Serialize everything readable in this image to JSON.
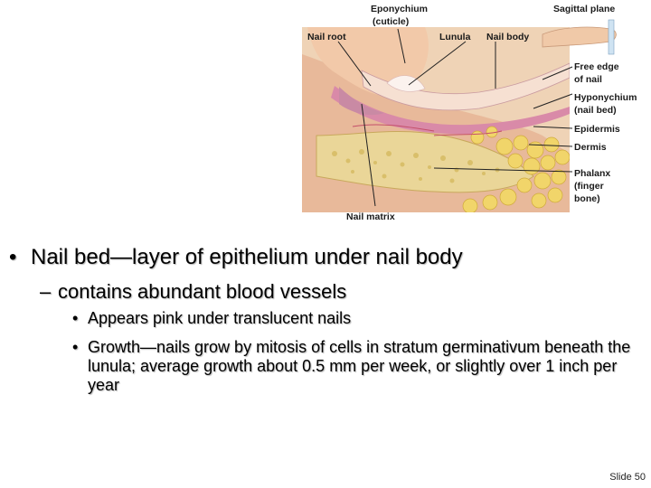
{
  "figure": {
    "labels": {
      "eponychium": "Eponychium",
      "cuticle": "(cuticle)",
      "sagittal_plane": "Sagittal plane",
      "nail_root": "Nail root",
      "lunula": "Lunula",
      "nail_body": "Nail body",
      "free_edge_1": "Free edge",
      "free_edge_2": "of nail",
      "hyponychium_1": "Hyponychium",
      "hyponychium_2": "(nail bed)",
      "epidermis": "Epidermis",
      "dermis": "Dermis",
      "phalanx_1": "Phalanx",
      "phalanx_2": "(finger",
      "phalanx_3": "bone)",
      "nail_matrix": "Nail matrix"
    },
    "colors": {
      "skin": "#eec8a6",
      "nail": "#f4dcd0",
      "bone": "#e8d590",
      "fat": "#f0d770",
      "epidermis": "#d98aa8",
      "background": "#ffffff"
    }
  },
  "content": {
    "bullet_1": "Nail bed—layer of epithelium under nail body",
    "bullet_1_marker": "•",
    "bullet_2": "contains abundant blood vessels",
    "bullet_2_marker": "–",
    "bullet_3a": "Appears pink under translucent nails",
    "bullet_3b": "Growth—nails grow by mitosis of cells in stratum germinativum beneath the lunula; average growth about 0.5 mm per week, or slightly over 1 inch per year",
    "bullet_3_marker": "•"
  },
  "footer": {
    "slide_number": "Slide 50"
  }
}
